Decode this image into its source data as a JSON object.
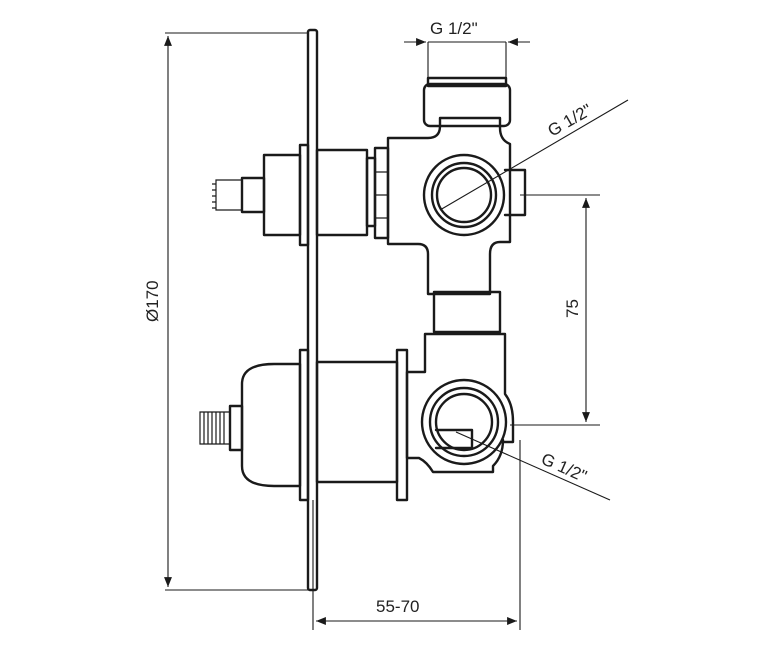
{
  "dimensions": {
    "thread_top": "G 1/2\"",
    "thread_upper_right": "G 1/2\"",
    "thread_lower_right": "G 1/2\"",
    "plate_diameter": "Ø170",
    "outlet_spacing": "75",
    "depth_range": "55-70"
  }
}
